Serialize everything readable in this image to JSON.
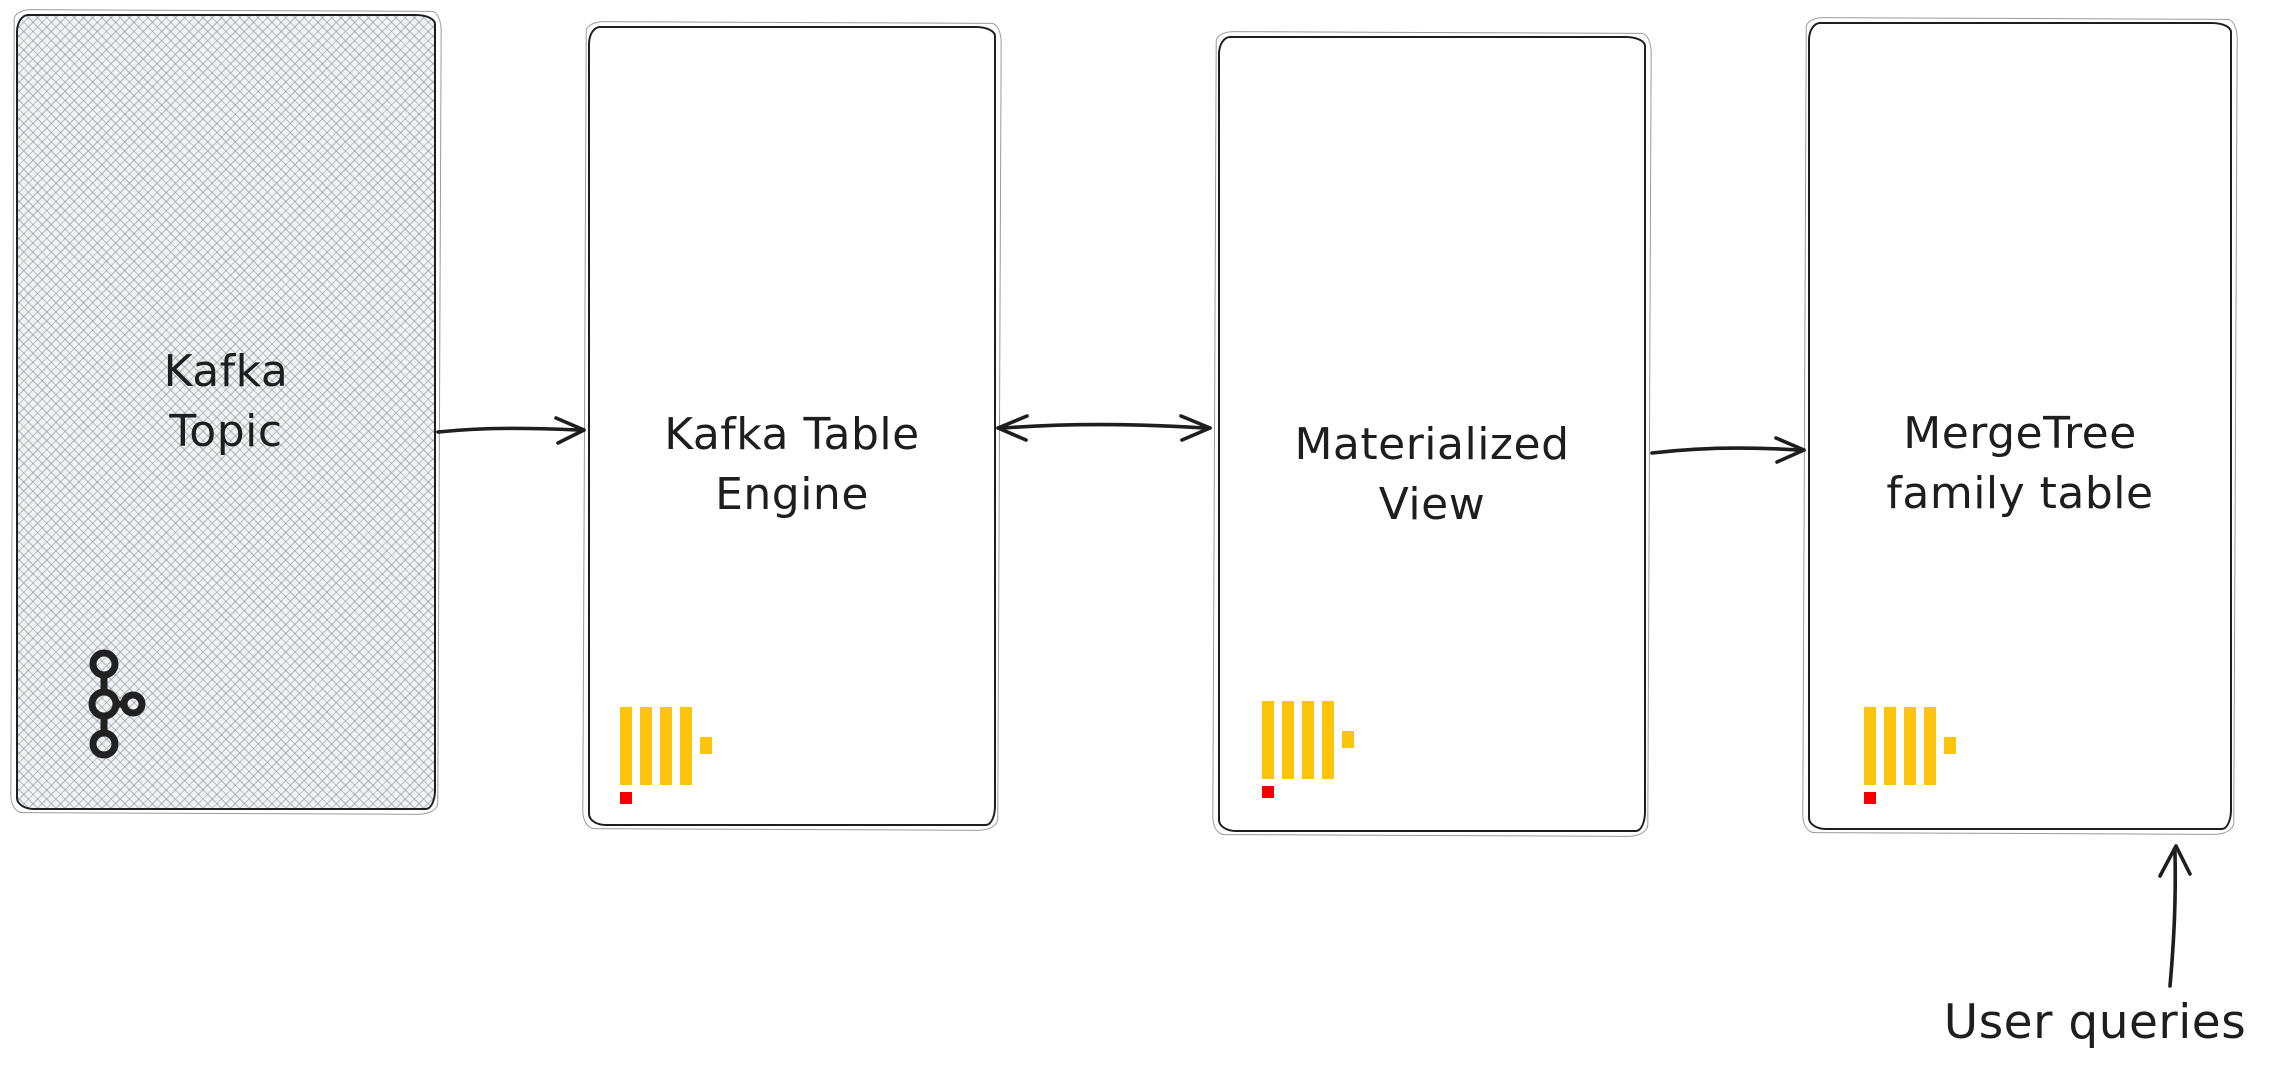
{
  "diagram": {
    "nodes": [
      {
        "id": "kafka-topic",
        "line1": "Kafka",
        "line2": "Topic"
      },
      {
        "id": "kafka-table-engine",
        "line1": "Kafka Table",
        "line2": "Engine"
      },
      {
        "id": "materialized-view",
        "line1": "Materialized",
        "line2": "View"
      },
      {
        "id": "mergetree-table",
        "line1": "MergeTree",
        "line2": "family table"
      }
    ],
    "edges": [
      {
        "from": "Kafka Topic",
        "to": "Kafka Table Engine",
        "type": "arrow-right"
      },
      {
        "from": "Kafka Table Engine",
        "to": "Materialized View",
        "type": "arrow-bidirectional"
      },
      {
        "from": "Materialized View",
        "to": "MergeTree family table",
        "type": "arrow-right"
      },
      {
        "from": "User queries",
        "to": "MergeTree family table",
        "type": "arrow-up"
      }
    ],
    "annotations": {
      "user_queries": "User queries"
    },
    "icons": {
      "kafka_topic": "kafka-logo-icon",
      "kafka_table_engine": "clickhouse-logo-icon",
      "materialized_view": "clickhouse-logo-icon",
      "mergetree_table": "clickhouse-logo-icon"
    },
    "colors": {
      "stroke": "#1e1e1e",
      "clickhouse_yellow": "#fcc40b",
      "clickhouse_red": "#f40000",
      "hatch_bg": "#f1f2f4"
    }
  }
}
